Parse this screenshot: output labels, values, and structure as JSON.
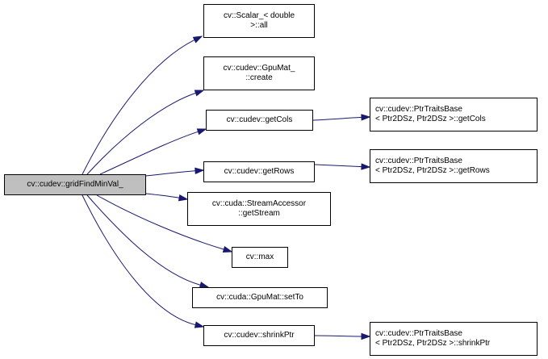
{
  "diagram": {
    "type": "call-graph",
    "edge_color": "#191970",
    "root": {
      "id": "root",
      "lines": [
        "cv::cudev::gridFindMinVal_"
      ],
      "fill": "#bfbfbf"
    },
    "nodes": [
      {
        "id": "scalar_all",
        "lines": [
          "cv::Scalar_< double",
          ">::all"
        ]
      },
      {
        "id": "gpumat_create",
        "lines": [
          "cv::cudev::GpuMat_",
          "::create"
        ]
      },
      {
        "id": "getcols",
        "lines": [
          "cv::cudev::getCols"
        ]
      },
      {
        "id": "getrows",
        "lines": [
          "cv::cudev::getRows"
        ]
      },
      {
        "id": "getstream",
        "lines": [
          "cv::cuda::StreamAccessor",
          "::getStream"
        ]
      },
      {
        "id": "max",
        "lines": [
          "cv::max"
        ]
      },
      {
        "id": "setto",
        "lines": [
          "cv::cuda::GpuMat::setTo"
        ]
      },
      {
        "id": "shrinkptr",
        "lines": [
          "cv::cudev::shrinkPtr"
        ]
      },
      {
        "id": "traits_getcols",
        "lines": [
          "cv::cudev::PtrTraitsBase",
          "< Ptr2DSz, Ptr2DSz >::getCols"
        ]
      },
      {
        "id": "traits_getrows",
        "lines": [
          "cv::cudev::PtrTraitsBase",
          "< Ptr2DSz, Ptr2DSz >::getRows"
        ]
      },
      {
        "id": "traits_shrinkptr",
        "lines": [
          "cv::cudev::PtrTraitsBase",
          "< Ptr2DSz, Ptr2DSz >::shrinkPtr"
        ]
      }
    ],
    "edges": [
      {
        "from": "root",
        "to": "scalar_all"
      },
      {
        "from": "root",
        "to": "gpumat_create"
      },
      {
        "from": "root",
        "to": "getcols"
      },
      {
        "from": "root",
        "to": "getrows"
      },
      {
        "from": "root",
        "to": "getstream"
      },
      {
        "from": "root",
        "to": "max"
      },
      {
        "from": "root",
        "to": "setto"
      },
      {
        "from": "root",
        "to": "shrinkptr"
      },
      {
        "from": "getcols",
        "to": "traits_getcols"
      },
      {
        "from": "getrows",
        "to": "traits_getrows"
      },
      {
        "from": "shrinkptr",
        "to": "traits_shrinkptr"
      }
    ]
  }
}
